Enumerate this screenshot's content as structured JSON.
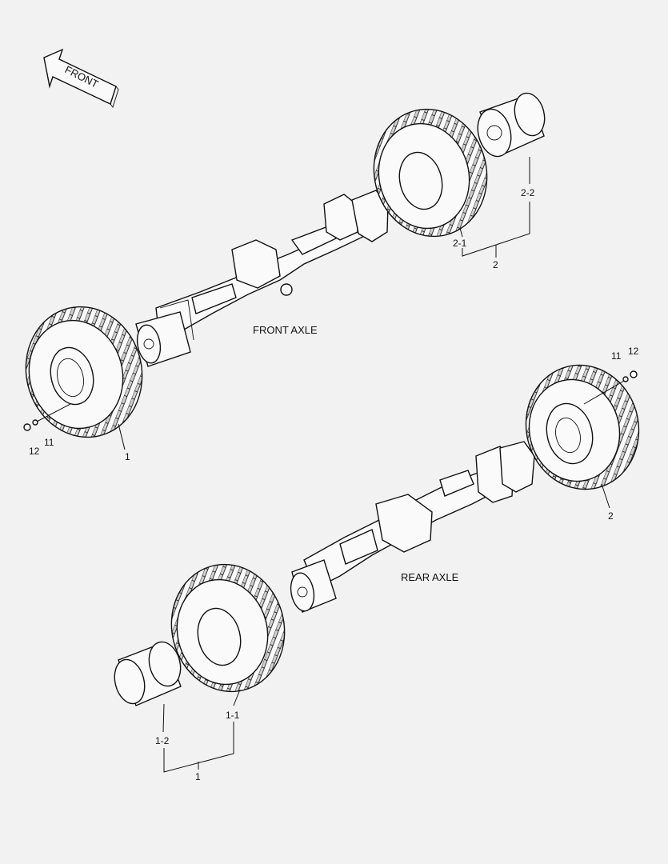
{
  "arrow": {
    "label": "FRONT"
  },
  "sections": {
    "front": "FRONT AXLE",
    "rear": "REAR AXLE"
  },
  "callouts": {
    "front_left_wheel": "1",
    "front_left_nut_a": "11",
    "front_left_nut_b": "12",
    "front_right_wheel_group": "2",
    "front_right_tire": "2-1",
    "front_right_rim": "2-2",
    "rear_right_wheel": "2",
    "rear_right_nut_a": "11",
    "rear_right_nut_b": "12",
    "rear_left_wheel_group": "1",
    "rear_left_tire": "1-1",
    "rear_left_rim": "1-2"
  }
}
